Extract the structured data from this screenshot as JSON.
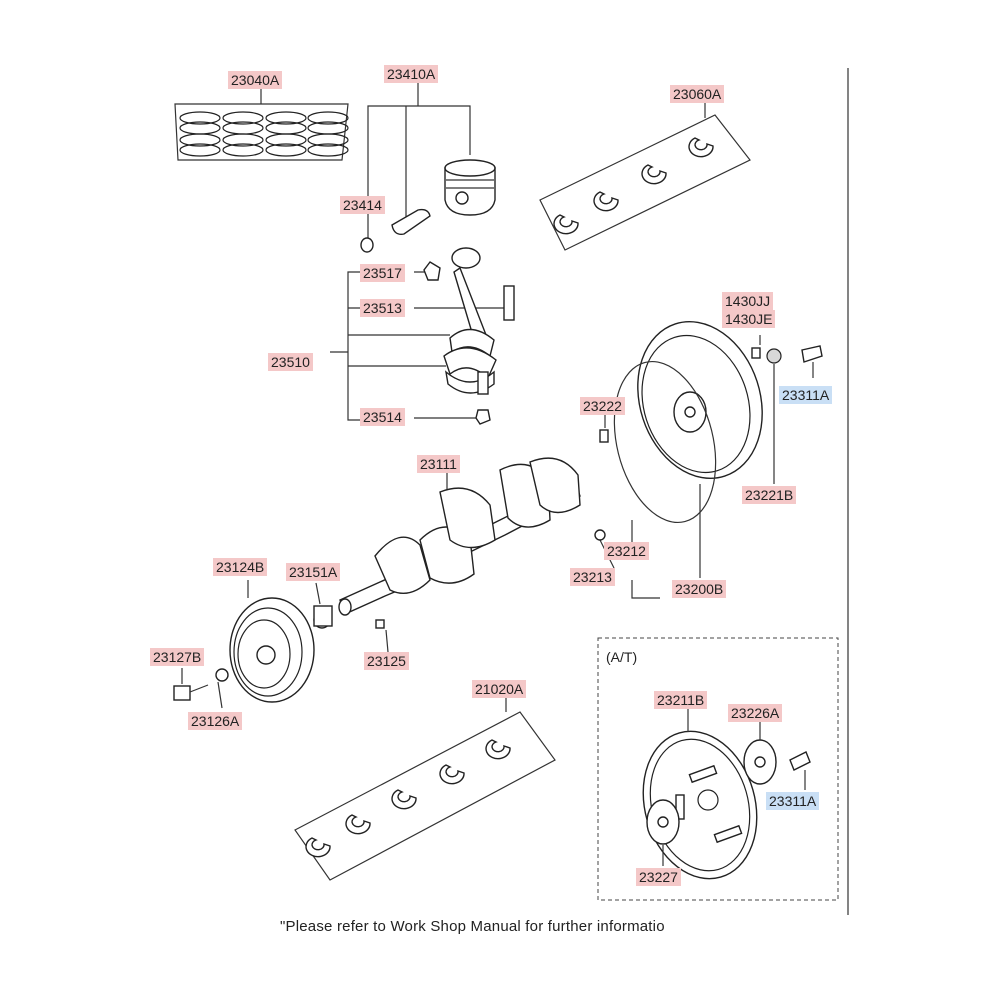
{
  "callouts": {
    "piston_rings": "23040A",
    "piston_assy": "23410A",
    "crank_bearings_upper": "23060A",
    "snap_ring": "23414",
    "conrod_bearing_cap_nut_upper": "23517",
    "conrod_bolt": "23513",
    "conrod_assy": "23510",
    "conrod_nut": "23514",
    "pin_jj": "1430JJ",
    "pin_je": "1430JE",
    "flywheel_bolt_mt": "23311A",
    "ring_gear_pin": "23222",
    "flywheel_bushing": "23221B",
    "crankshaft": "23111",
    "ring_gear": "23212",
    "ring_gear_bolt": "23213",
    "flywheel_assy": "23200B",
    "damper_pulley": "23124B",
    "sprocket": "23151A",
    "pulley_bolt": "23127B",
    "key": "23125",
    "washer": "23126A",
    "crank_bearings_lower": "21020A",
    "drive_plate": "23211B",
    "adapter_plate": "23226A",
    "flywheel_bolt_at": "23311A",
    "reinforcement_plate": "23227"
  },
  "at_label": "(A/T)",
  "footer_note": "\"Please refer to Work Shop Manual for further informatio"
}
